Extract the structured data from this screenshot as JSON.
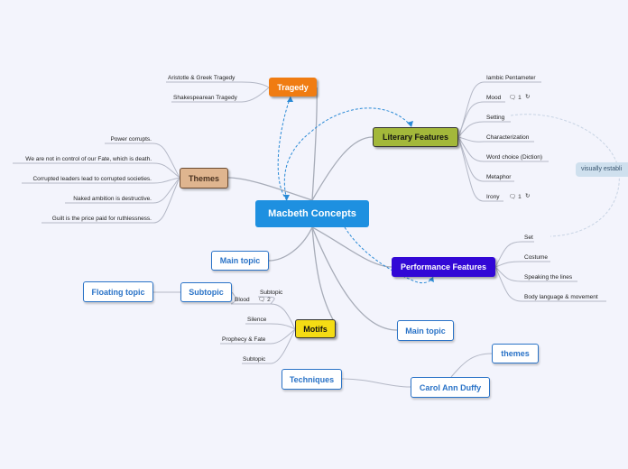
{
  "central": "Macbeth Concepts",
  "tragedy": {
    "label": "Tragedy",
    "children": [
      "Aristotle & Greek Tragedy",
      "Shakespearean Tragedy"
    ]
  },
  "literary_features": {
    "label": "Literary Features",
    "children": [
      "Iambic Pentameter",
      "Mood",
      "Setting",
      "Characterization",
      "Word choice (Diction)",
      "Metaphor",
      "Irony"
    ],
    "mood_note_count": "1",
    "irony_note_count": "1"
  },
  "themes": {
    "label": "Themes",
    "children": [
      "Power corrupts.",
      "We are not in control of our Fate, which is death.",
      "Corrupted leaders lead to corrupted societies.",
      "Naked ambition is destructive.",
      "Guilt is the price paid for ruthlessness."
    ]
  },
  "performance_features": {
    "label": "Performance Features",
    "children": [
      "Set",
      "Costume",
      "Speaking the lines",
      "Body language & movement"
    ]
  },
  "motifs": {
    "label": "Motifs",
    "children": [
      "Blood",
      "Silence",
      "Prophecy & Fate",
      "Subtopic"
    ],
    "blood_child": "Subtopic",
    "blood_note_count": "2"
  },
  "main_topic_1": "Main topic",
  "main_topic_2": "Main topic",
  "subtopic": "Subtopic",
  "floating_topic": "Floating topic",
  "techniques": "Techniques",
  "carol_ann_duffy": "Carol Ann Duffy",
  "themes_float": "themes",
  "callout": "visually establi",
  "colors": {
    "background": "#f3f4fc",
    "central": "#1e90e0",
    "tragedy": "#f07c12",
    "literary_features": "#a3b83a",
    "themes": "#dfb58f",
    "performance_features": "#3208d6",
    "motifs": "#f4dc14",
    "topic_outline": "#2a73c7",
    "relationship": "#2a8ad6"
  }
}
